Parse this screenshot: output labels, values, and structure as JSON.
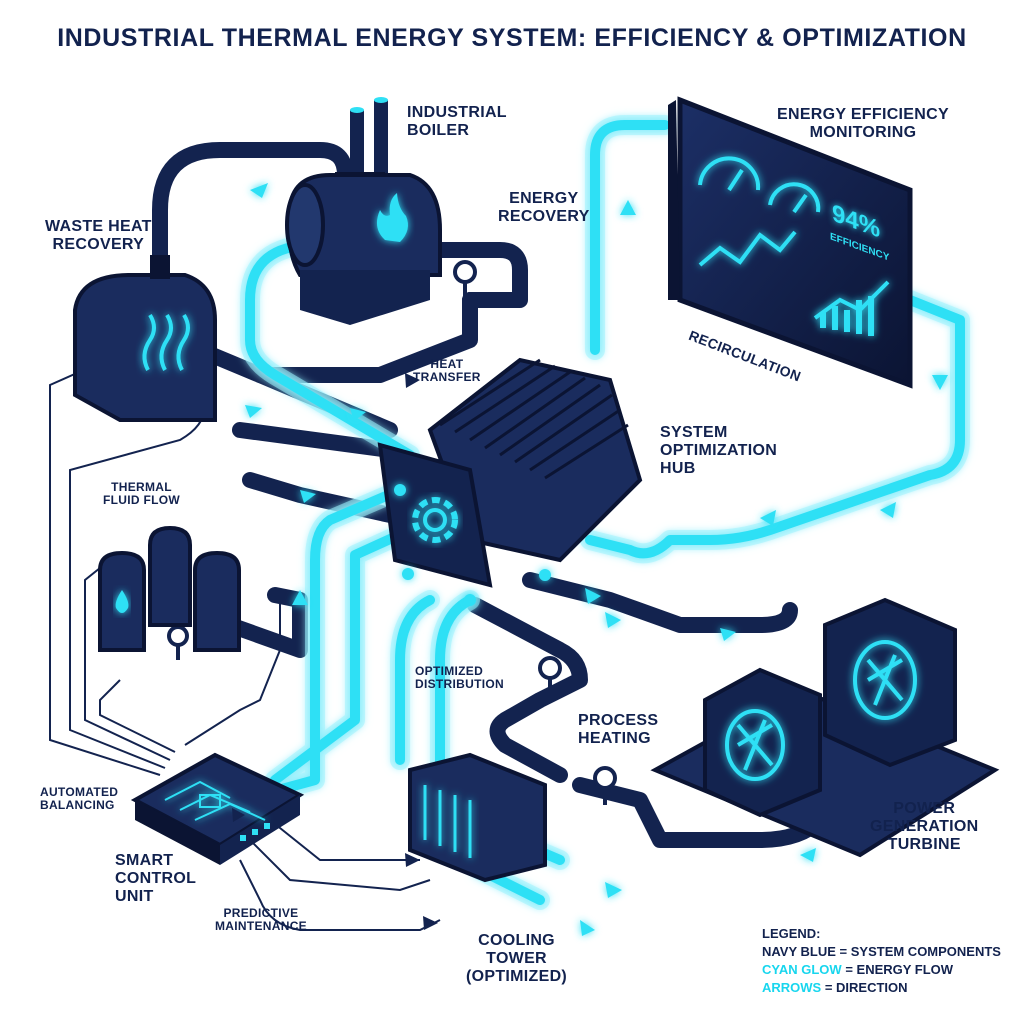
{
  "title": "INDUSTRIAL THERMAL ENERGY SYSTEM: EFFICIENCY & OPTIMIZATION",
  "labels": {
    "industrial_boiler": "INDUSTRIAL\nBOILER",
    "energy_efficiency_monitoring": "ENERGY EFFICIENCY\nMONITORING",
    "waste_heat_recovery": "WASTE HEAT\nRECOVERY",
    "energy_recovery": "ENERGY\nRECOVERY",
    "recirculation": "RECIRCULATION",
    "heat_transfer": "HEAT\nTRANSFER",
    "system_optimization_hub": "SYSTEM\nOPTIMIZATION\nHUB",
    "thermal_fluid_flow": "THERMAL\nFLUID FLOW",
    "optimized_distribution": "OPTIMIZED\nDISTRIBUTION",
    "process_heating": "PROCESS\nHEATING",
    "automated_balancing": "AUTOMATED\nBALANCING",
    "smart_control_unit": "SMART\nCONTROL\nUNIT",
    "predictive_maintenance": "PREDICTIVE\nMAINTENANCE",
    "cooling_tower": "COOLING\nTOWER\n(OPTIMIZED)",
    "power_generation_turbine": "POWER\nGENERATION\nTURBINE"
  },
  "dashboard": {
    "efficiency_value": "94%",
    "efficiency_label": "EFFICIENCY"
  },
  "legend": {
    "heading": "LEGEND:",
    "row1_key": "NAVY BLUE",
    "row1_text": " = SYSTEM COMPONENTS",
    "row2_key": "CYAN GLOW",
    "row2_text": " = ENERGY FLOW",
    "row3_key": "ARROWS",
    "row3_text": " = DIRECTION"
  },
  "colors": {
    "navy": "#13234f",
    "navy_dark": "#0b1433",
    "cyan": "#2fe0f5",
    "glow": "#9ff3fd",
    "text": "#12224e"
  },
  "icons": [
    "flame-icon",
    "gear-icon",
    "water-drop-icon",
    "valve-icon",
    "heat-wave-icon",
    "circuit-chip-icon"
  ]
}
